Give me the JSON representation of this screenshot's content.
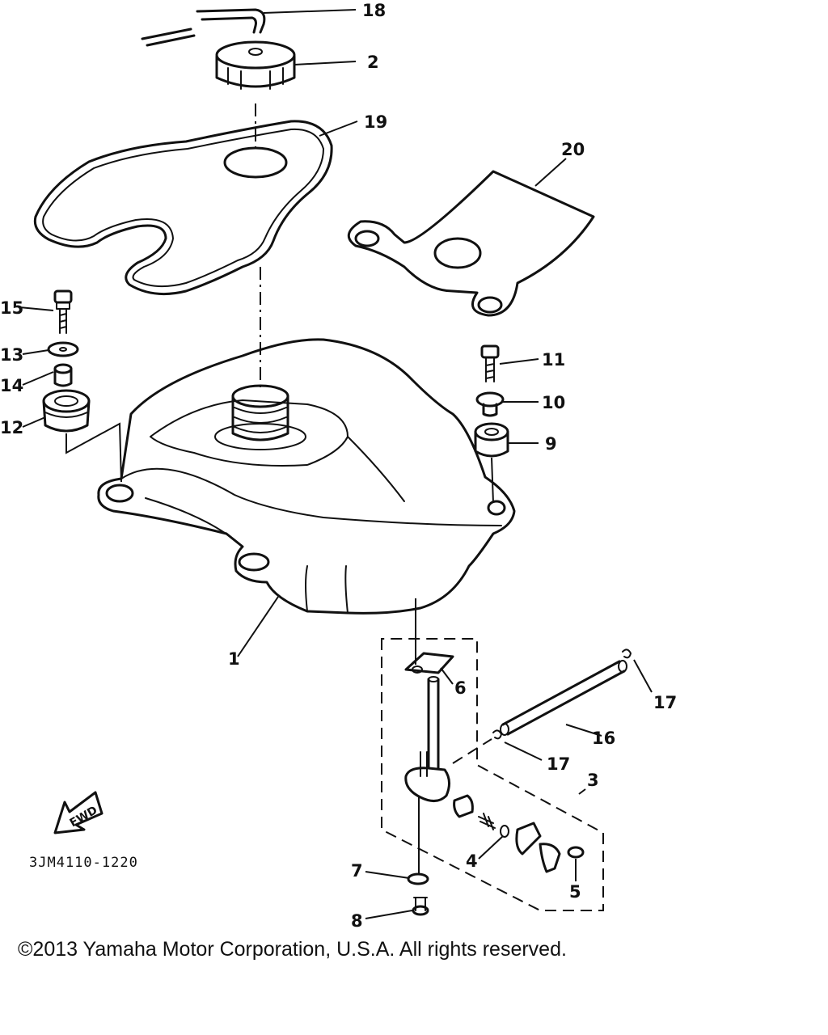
{
  "drawing_code": "3JM4110-1220",
  "fwd_label": "FWD",
  "copyright": "©2013 Yamaha Motor Corporation, U.S.A. All rights reserved.",
  "callouts": {
    "c1": "1",
    "c2": "2",
    "c3": "3",
    "c4": "4",
    "c5": "5",
    "c6": "6",
    "c7": "7",
    "c8": "8",
    "c9": "9",
    "c10": "10",
    "c11": "11",
    "c12": "12",
    "c13": "13",
    "c14": "14",
    "c15": "15",
    "c16": "16",
    "c17a": "17",
    "c17b": "17",
    "c18": "18",
    "c19": "19",
    "c20": "20"
  }
}
